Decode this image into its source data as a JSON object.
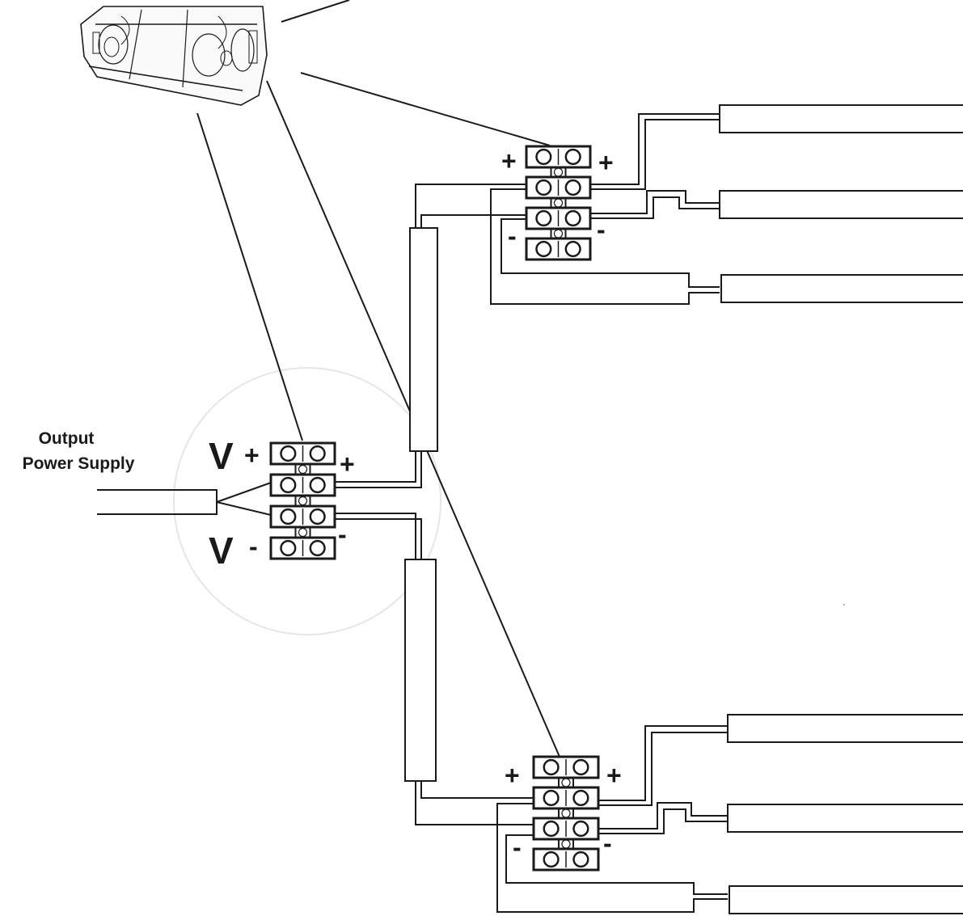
{
  "supply": {
    "title_line1": "Output",
    "title_line2": "Power Supply",
    "v_plus_letter": "V",
    "v_plus_sign": "+",
    "v_minus_letter": "V",
    "v_minus_sign": "-",
    "right_plus": "+",
    "right_minus": "-"
  },
  "upper_block": {
    "left_plus": "+",
    "right_plus": "+",
    "left_minus": "-",
    "right_minus": "-"
  },
  "lower_block": {
    "left_plus": "+",
    "right_plus": "+",
    "left_minus": "-",
    "right_minus": "-"
  },
  "colors": {
    "line": "#1a1a1a",
    "background": "#ffffff"
  }
}
